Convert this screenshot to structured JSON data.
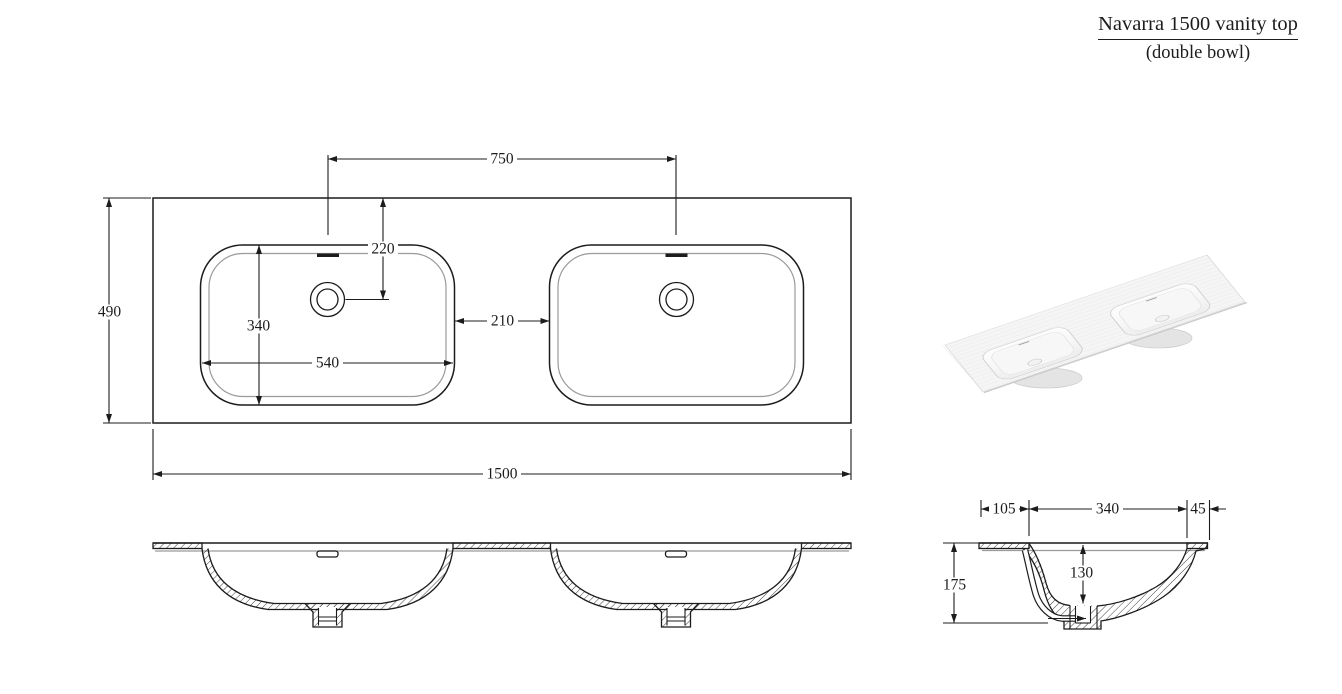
{
  "title": {
    "product": "Navarra 1500 vanity top",
    "variant": "(double bowl)"
  },
  "plan_view": {
    "dims": {
      "drain_centres": "750",
      "rim_to_drain": "220",
      "overall_depth": "490",
      "bowl_depth": "340",
      "bowl_width": "540",
      "bowl_gap": "210",
      "overall_width": "1500"
    }
  },
  "section_view": {
    "dims": {
      "front_ledge": "105",
      "bowl_inner_width": "340",
      "back_ledge": "45",
      "overall_height": "175",
      "bowl_inner_depth": "130"
    }
  },
  "colors": {
    "line": "#1c1c1c",
    "secondary_line": "#9b9b9b",
    "render_base": "#f4f4f4"
  }
}
